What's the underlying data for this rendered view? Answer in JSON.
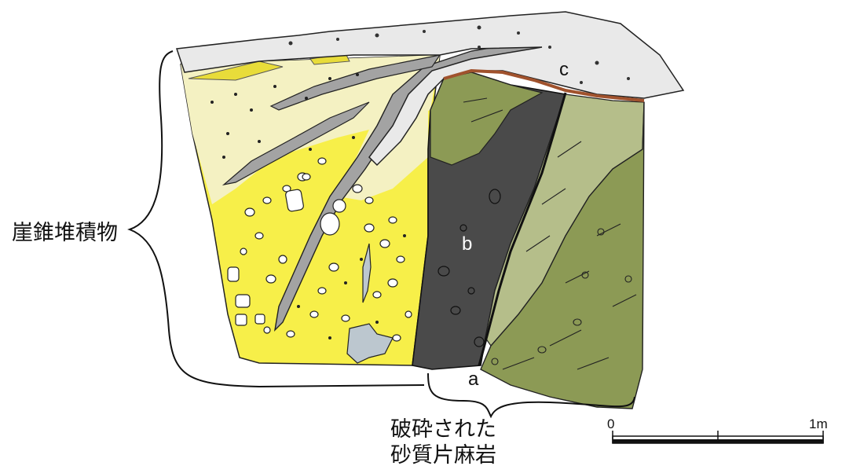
{
  "labels": {
    "talus": "崖錐堆積物",
    "fractured_line1": "破砕された",
    "fractured_line2": "砂質片麻岩",
    "point_a": "a",
    "point_b": "b",
    "point_c": "c"
  },
  "scale_bar": {
    "start_label": "0",
    "end_label": "1m"
  },
  "colors": {
    "talus_yellow": "#f7ef49",
    "pale_yellow": "#f4f1c2",
    "gray_vein": "#a3a3a3",
    "light_gray_cover": "#e9e9e9",
    "fault_dark": "#4a4a4a",
    "gneiss_green": "#8c9a55",
    "gneiss_pale_green": "#b5be8a",
    "blue_gray_clast": "#bcc7cf",
    "soil_red": "#a0522d"
  }
}
